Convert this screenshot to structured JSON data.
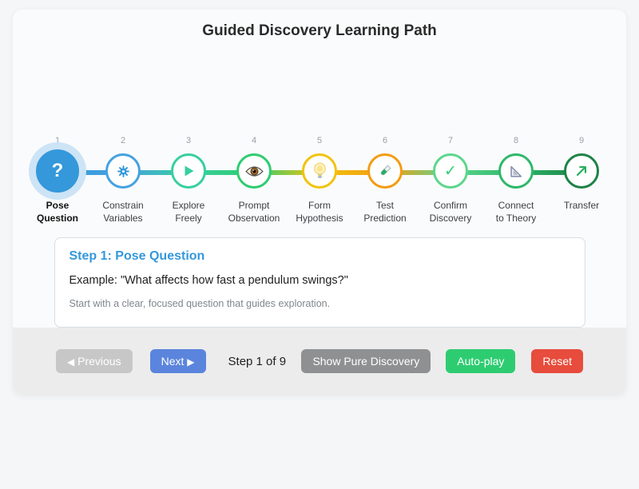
{
  "title": "Guided Discovery Learning Path",
  "stepper": {
    "active_step": 1,
    "steps": [
      {
        "number": "1",
        "label": "Pose\nQuestion",
        "icon": "question-mark",
        "color": "#3498db",
        "active": true
      },
      {
        "number": "2",
        "label": "Constrain\nVariables",
        "icon": "gear",
        "color": "#45a2e0",
        "active": false
      },
      {
        "number": "3",
        "label": "Explore\nFreely",
        "icon": "play",
        "color": "#38cfa0",
        "active": false
      },
      {
        "number": "4",
        "label": "Prompt\nObservation",
        "icon": "eye",
        "color": "#2ecc71",
        "active": false
      },
      {
        "number": "5",
        "label": "Form\nHypothesis",
        "icon": "light-bulb",
        "color": "#f1c40f",
        "active": false
      },
      {
        "number": "6",
        "label": "Test\nPrediction",
        "icon": "test-tube",
        "color": "#f39c12",
        "active": false
      },
      {
        "number": "7",
        "label": "Confirm\nDiscovery",
        "icon": "check",
        "color": "#5dd68c",
        "active": false
      },
      {
        "number": "8",
        "label": "Connect\nto Theory",
        "icon": "set-square",
        "color": "#2eb86b",
        "active": false
      },
      {
        "number": "9",
        "label": "Transfer",
        "icon": "arrow-up-right",
        "color": "#1d8348",
        "active": false
      }
    ]
  },
  "detail": {
    "title": "Step 1: Pose Question",
    "title_color": "#3498db",
    "example": "Example: \"What affects how fast a pendulum swings?\"",
    "description": "Start with a clear, focused question that guides exploration."
  },
  "controls": {
    "previous_label": "Previous",
    "previous_icon_glyph": "◀",
    "next_label": "Next",
    "next_icon_glyph": "▶",
    "step_counter": "Step 1 of 9",
    "show_pure_discovery_label": "Show Pure Discovery",
    "autoplay_label": "Auto-play",
    "reset_label": "Reset"
  },
  "colors": {
    "active_halo": "#cde4f6",
    "previous_button": "#c7c7c7",
    "next_button": "#5b85dd",
    "show_pure_button": "#8f9092",
    "autoplay_button": "#2ecc71",
    "reset_button": "#e74c3c"
  }
}
